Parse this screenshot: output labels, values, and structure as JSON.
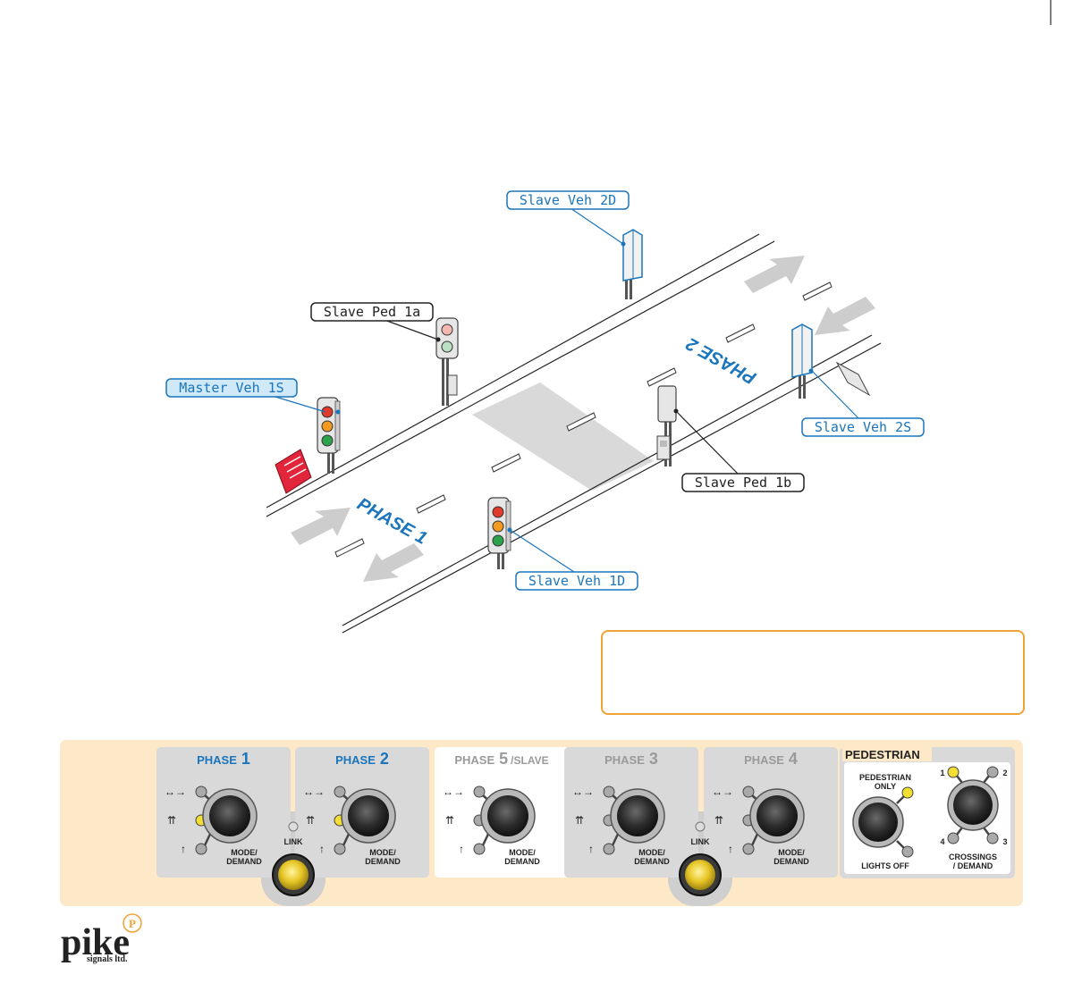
{
  "labels": {
    "slave_veh_2d": "Slave Veh 2D",
    "slave_ped_1a": "Slave Ped 1a",
    "master_veh_1s": "Master Veh 1S",
    "slave_veh_2s": "Slave Veh 2S",
    "slave_ped_1b": "Slave Ped 1b",
    "slave_veh_1d": "Slave Veh 1D"
  },
  "road": {
    "phase1": "PHASE 1",
    "phase2": "PHASE 2"
  },
  "panel": {
    "phases": [
      {
        "word": "PHASE",
        "num": "1",
        "suffix": "",
        "active": true,
        "mode_label_1": "MODE/",
        "mode_label_2": "DEMAND"
      },
      {
        "word": "PHASE",
        "num": "2",
        "suffix": "",
        "active": true,
        "mode_label_1": "MODE/",
        "mode_label_2": "DEMAND"
      },
      {
        "word": "PHASE",
        "num": "5",
        "suffix": "/SLAVE",
        "active": false,
        "mode_label_1": "MODE/",
        "mode_label_2": "DEMAND"
      },
      {
        "word": "PHASE",
        "num": "3",
        "suffix": "",
        "active": false,
        "mode_label_1": "MODE/",
        "mode_label_2": "DEMAND"
      },
      {
        "word": "PHASE",
        "num": "4",
        "suffix": "",
        "active": false,
        "mode_label_1": "MODE/",
        "mode_label_2": "DEMAND"
      }
    ],
    "link_label": "LINK",
    "pedestrian": {
      "title": "PEDESTRIAN",
      "ped_only_1": "PEDESTRIAN",
      "ped_only_2": "ONLY",
      "lights_off": "LIGHTS OFF",
      "crossings_1": "CROSSINGS",
      "crossings_2": "/ DEMAND",
      "n1": "1",
      "n2": "2",
      "n3": "3",
      "n4": "4"
    }
  },
  "logo": {
    "name": "pike",
    "sub": "signals ltd.",
    "badge": "P"
  },
  "sign_text": "",
  "colors": {
    "accent_blue": "#1a75bc",
    "label_blue_bg": "#cfe9f8",
    "panel_bg": "#fde9c7",
    "led_yellow": "#f3de33",
    "note_border": "#f0a335"
  }
}
